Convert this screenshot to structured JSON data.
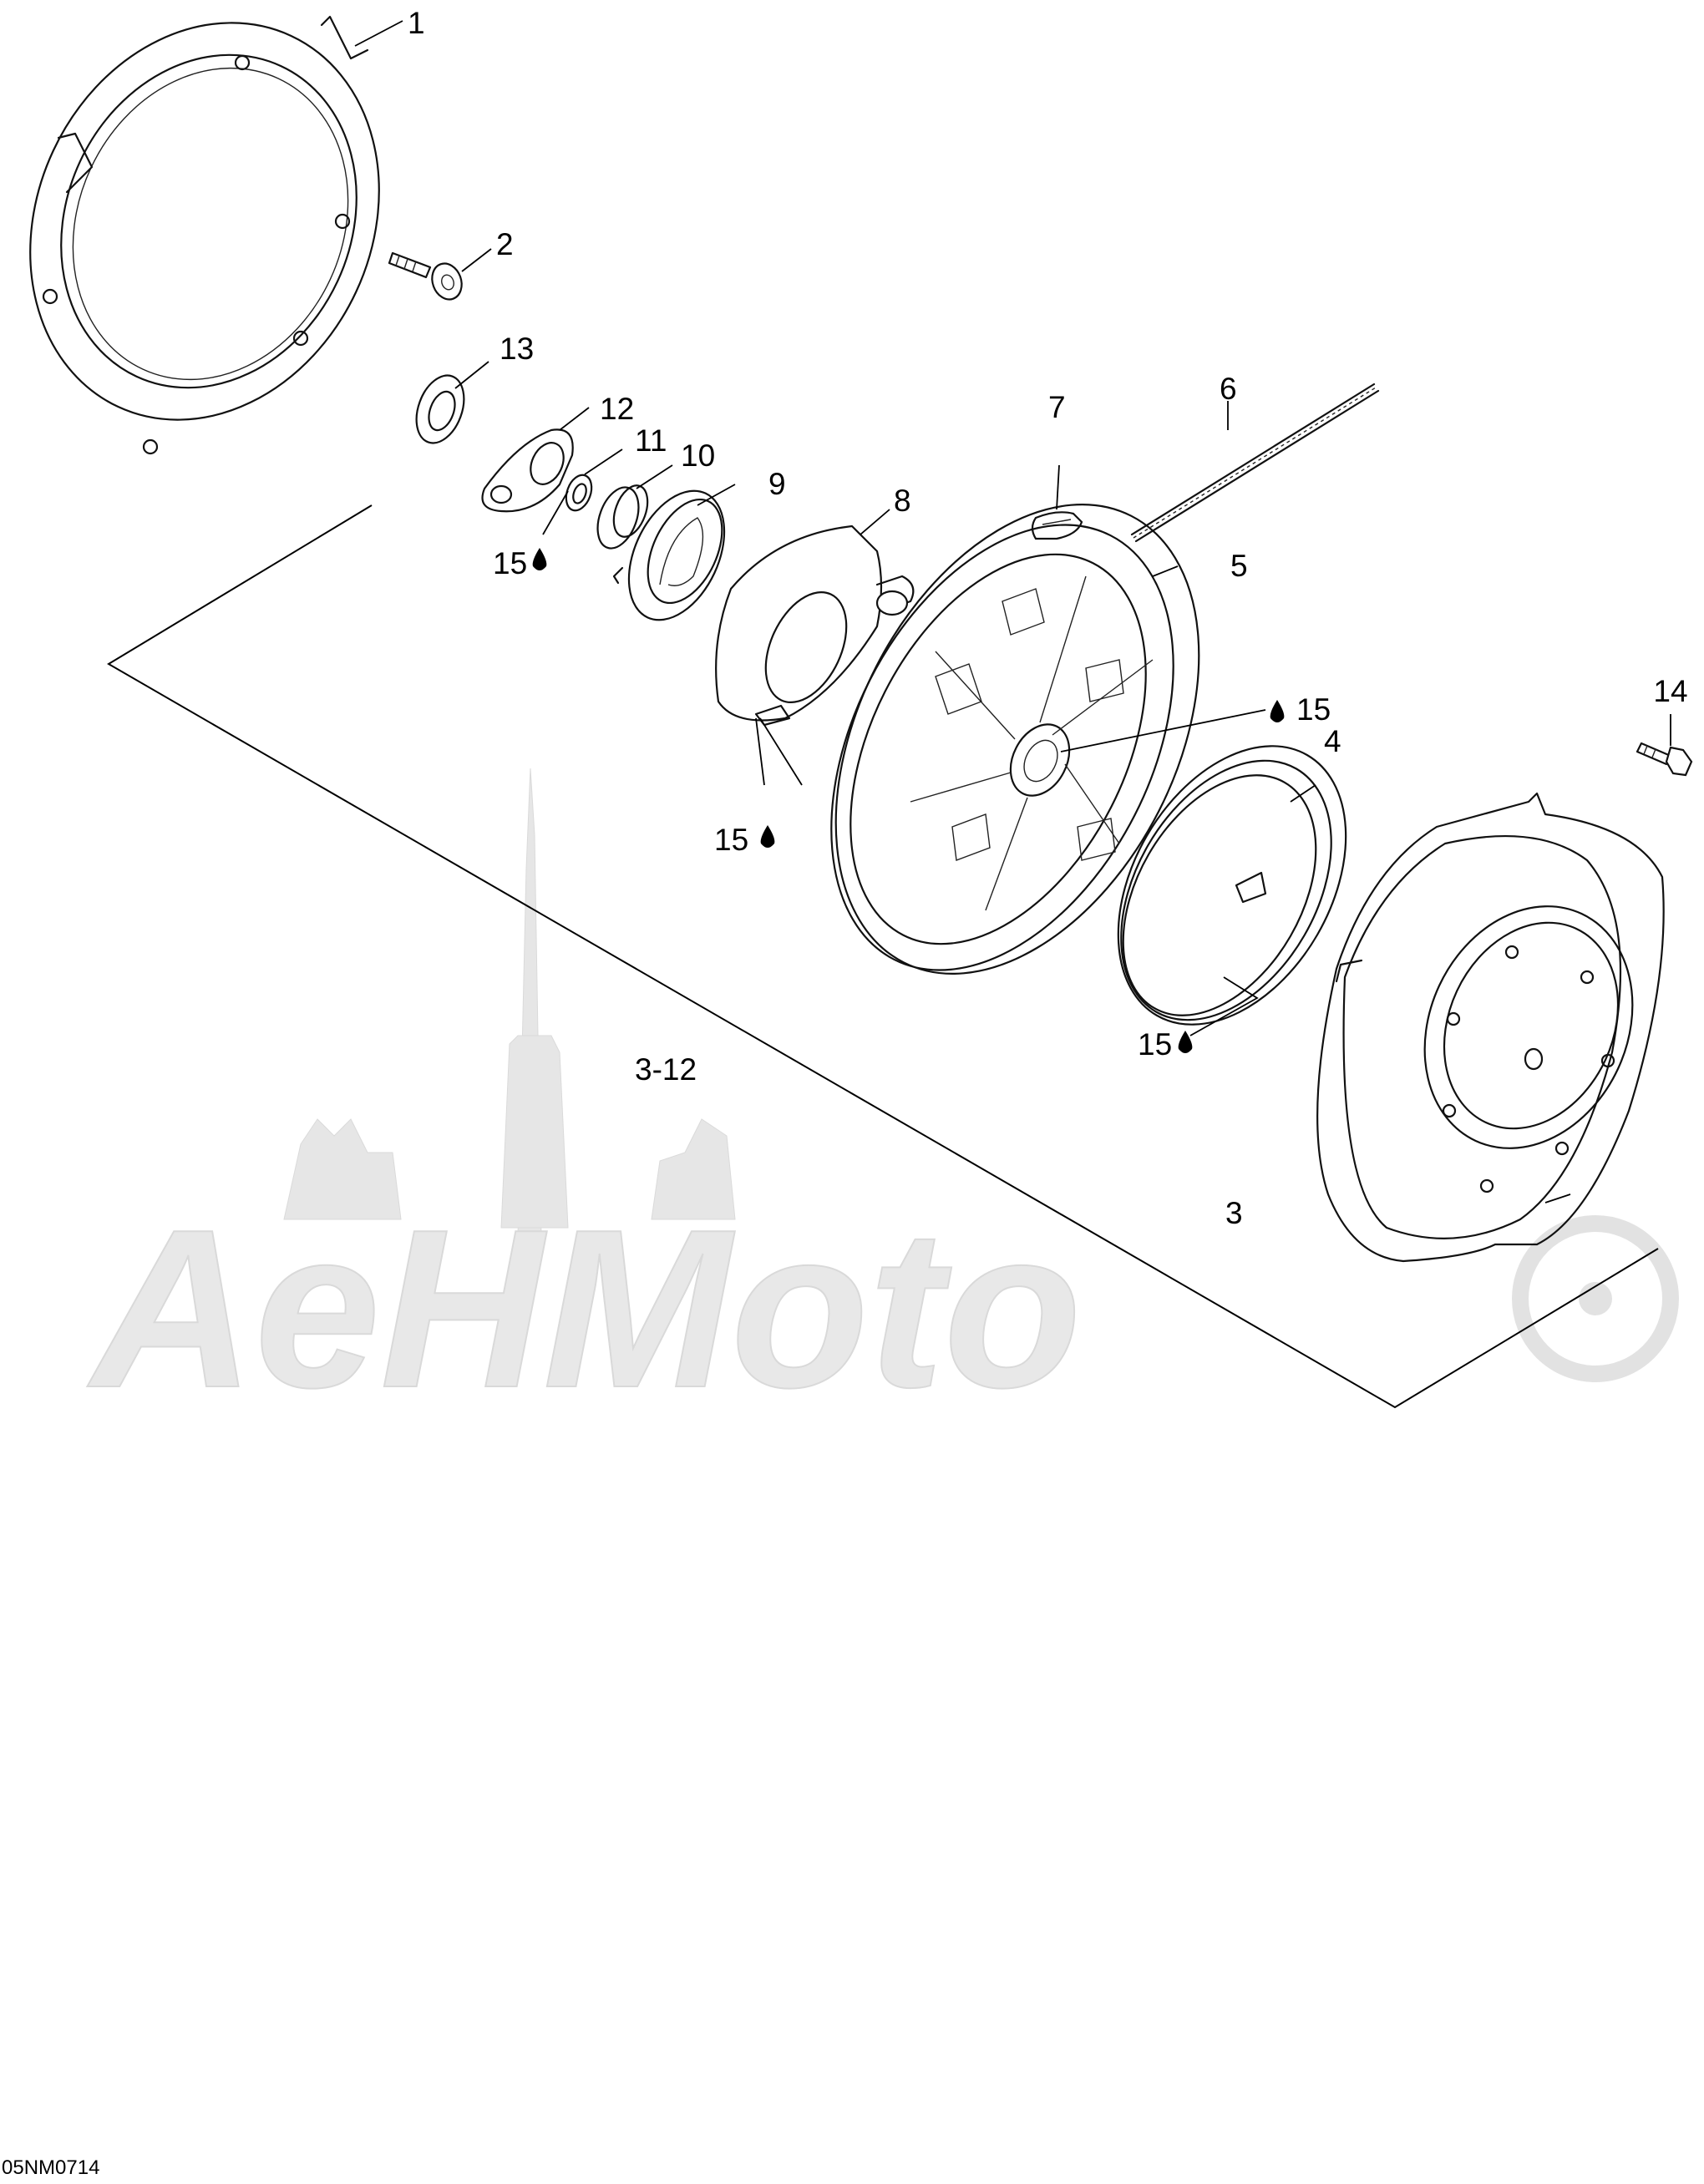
{
  "diagram": {
    "figure_code": "05NM0714",
    "watermark_text": "AeHMoto",
    "lube_symbol": "oil-drop-icon",
    "callouts": {
      "c1": "1",
      "c2": "2",
      "c3": "3",
      "c3_12": "3-12",
      "c4": "4",
      "c5": "5",
      "c6": "6",
      "c7": "7",
      "c8": "8",
      "c9": "9",
      "c10": "10",
      "c11": "11",
      "c12": "12",
      "c13": "13",
      "c14": "14",
      "c15a": "15",
      "c15b": "15",
      "c15c": "15",
      "c15d": "15"
    }
  }
}
